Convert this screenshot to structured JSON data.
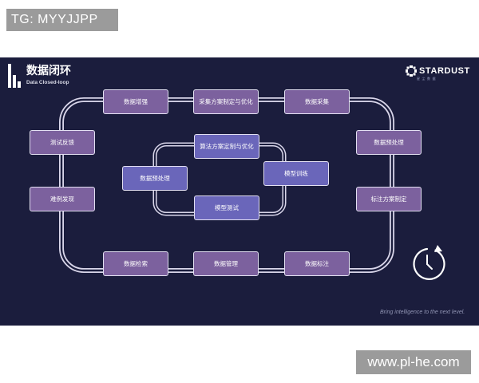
{
  "watermarks": {
    "top": "TG: MYYJJPP",
    "bottom": "www.pl-he.com"
  },
  "header": {
    "title": "数据闭环",
    "subtitle": "Data Closed-loop"
  },
  "logo": {
    "name": "STARDUST",
    "sub": "星尘数据"
  },
  "outer_loop": [
    "数据增强",
    "采集方案制定与优化",
    "数据采集",
    "数据预处理",
    "标注方案制定",
    "数据标注",
    "数据管理",
    "数据检索",
    "难例发现",
    "测试反馈"
  ],
  "inner_loop": [
    "算法方案定制与优化",
    "模型训练",
    "模型测试",
    "数据预处理"
  ],
  "tagline": "Bring  intelligence to the next level.",
  "icons": {
    "brand": "bar-logo-icon",
    "logo": "stardust-logo-icon",
    "clock": "refresh-clock-icon"
  },
  "colors": {
    "background": "#1b1d3d",
    "node_purple": "#7c619e",
    "node_blue": "#6a66ba",
    "track": "#e3e0f2"
  }
}
